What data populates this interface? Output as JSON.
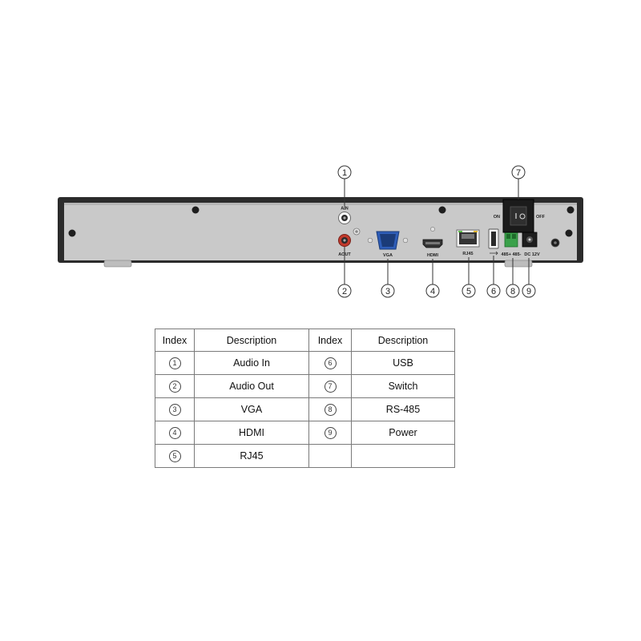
{
  "panel": {
    "port_labels": {
      "ain": "AIN",
      "aout": "AOUT",
      "vga": "VGA",
      "hdmi": "HDMI",
      "rj45": "RJ45",
      "rs485": "485+ 485-",
      "dc": "DC  12V",
      "switch_on": "ON",
      "switch_off": "OFF"
    }
  },
  "callouts": [
    "1",
    "2",
    "3",
    "4",
    "5",
    "6",
    "7",
    "8",
    "9"
  ],
  "legend": {
    "headers": [
      "Index",
      "Description",
      "Index",
      "Description"
    ],
    "rows": [
      {
        "idx1": "1",
        "desc1": "Audio In",
        "idx2": "6",
        "desc2": "USB"
      },
      {
        "idx1": "2",
        "desc1": "Audio Out",
        "idx2": "7",
        "desc2": "Switch"
      },
      {
        "idx1": "3",
        "desc1": "VGA",
        "idx2": "8",
        "desc2": "RS-485"
      },
      {
        "idx1": "4",
        "desc1": "HDMI",
        "idx2": "9",
        "desc2": "Power"
      },
      {
        "idx1": "5",
        "desc1": "RJ45",
        "idx2": "",
        "desc2": ""
      }
    ]
  }
}
